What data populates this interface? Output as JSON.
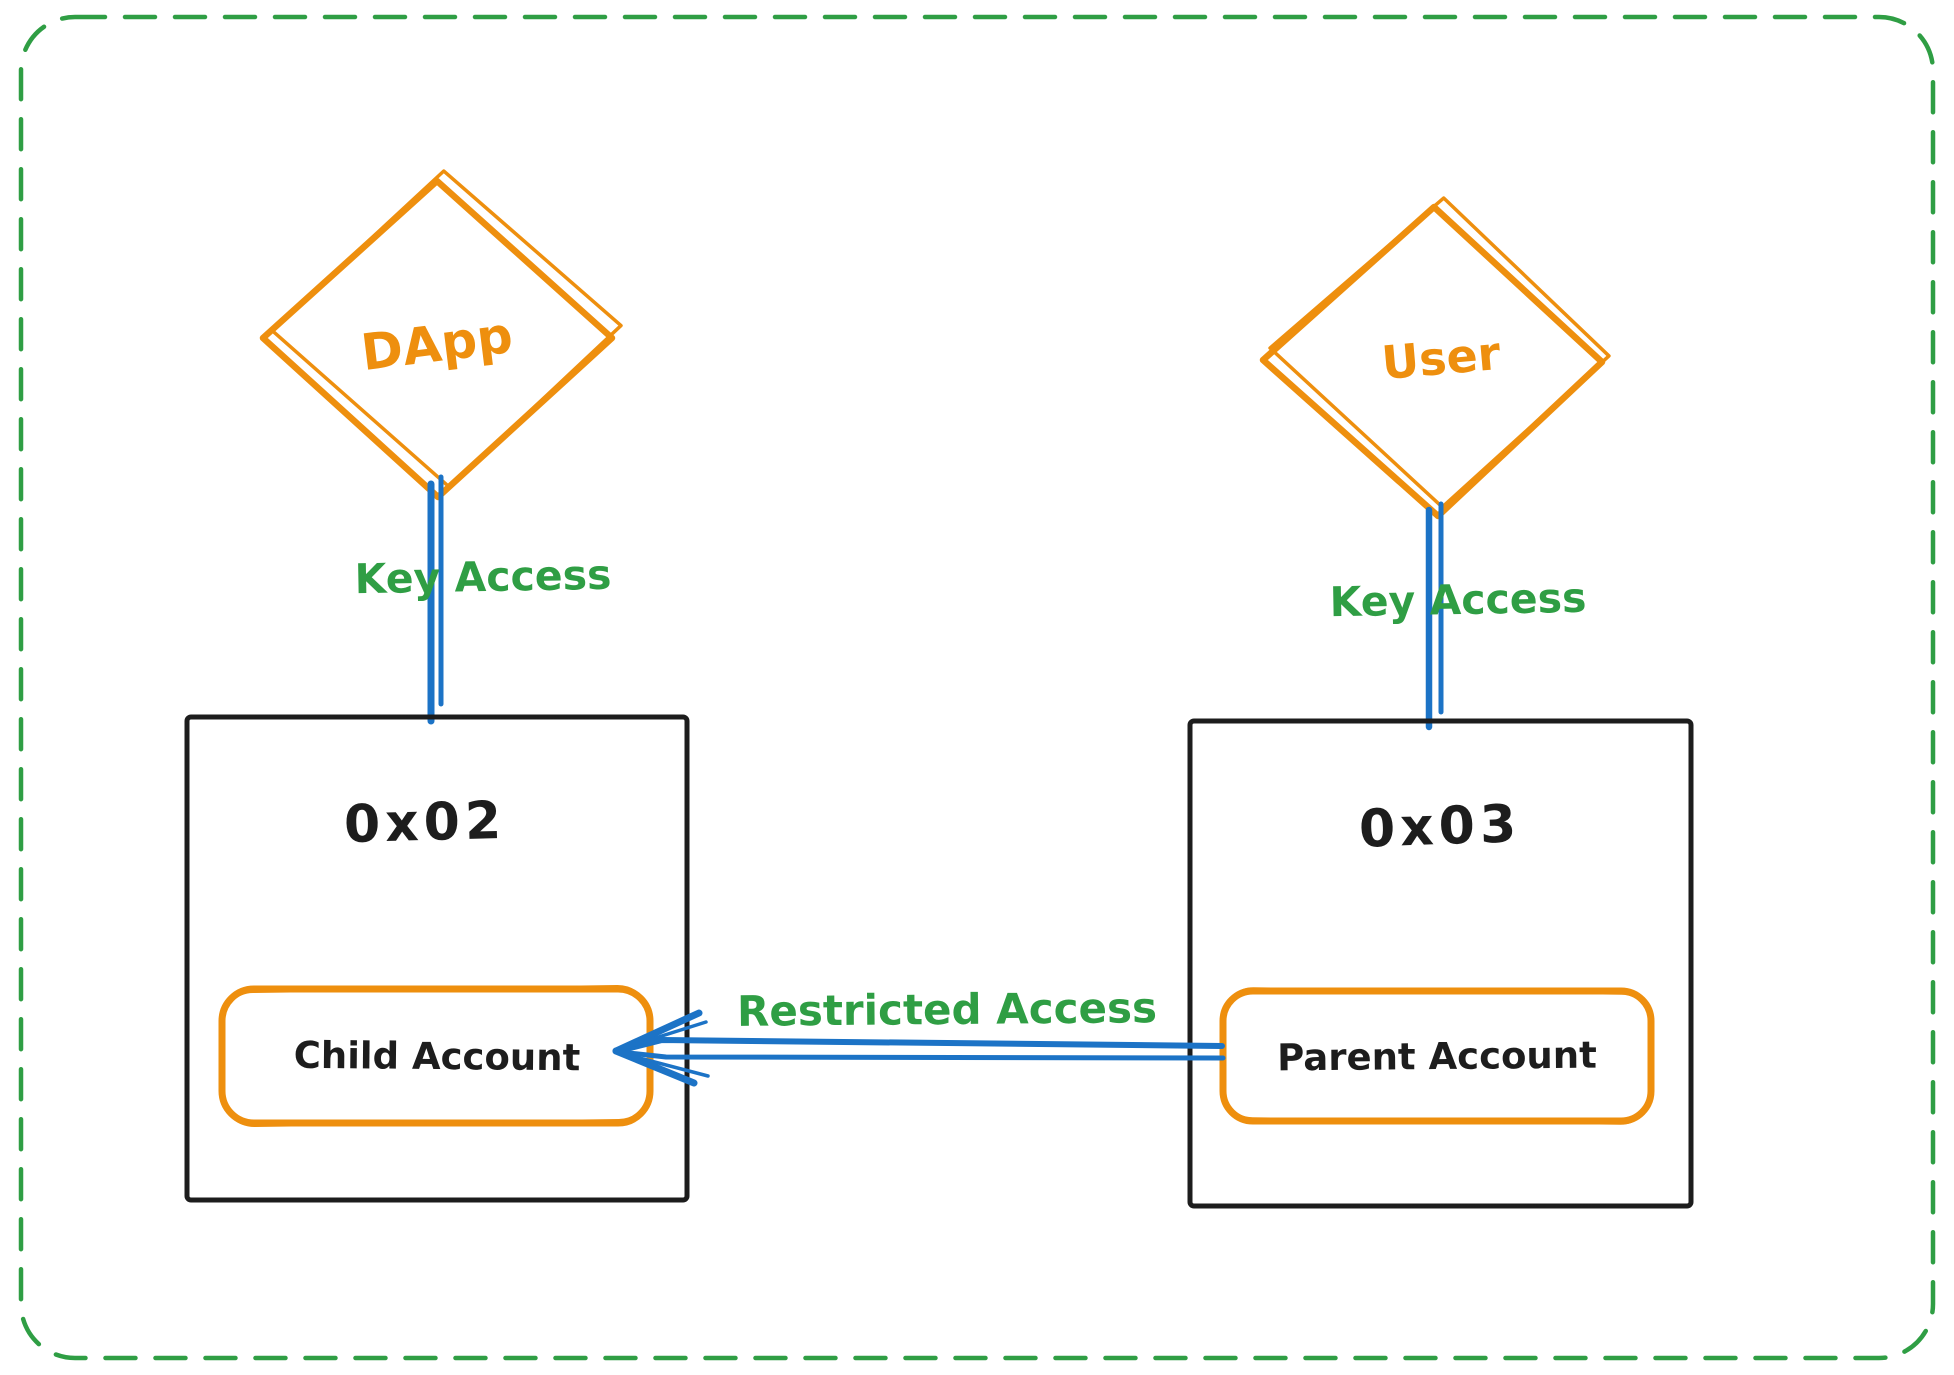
{
  "colors": {
    "green": "#2f9e44",
    "orange": "#ee8f0e",
    "hatch": "#ffd66e",
    "hatchLight": "#ffeab0",
    "blue": "#1c73c6",
    "ink": "#1d1d1d",
    "background": "#ffffff"
  },
  "nodes": {
    "dapp": {
      "label": "DApp"
    },
    "user": {
      "label": "User"
    },
    "child_wallet": {
      "address": "0x02",
      "account_label": "Child Account"
    },
    "parent_wallet": {
      "address": "0x03",
      "account_label": "Parent Account"
    }
  },
  "edges": {
    "dapp_key_access": {
      "label": "Key Access"
    },
    "user_key_access": {
      "label": "Key Access"
    },
    "restricted_access": {
      "label": "Restricted Access"
    }
  }
}
